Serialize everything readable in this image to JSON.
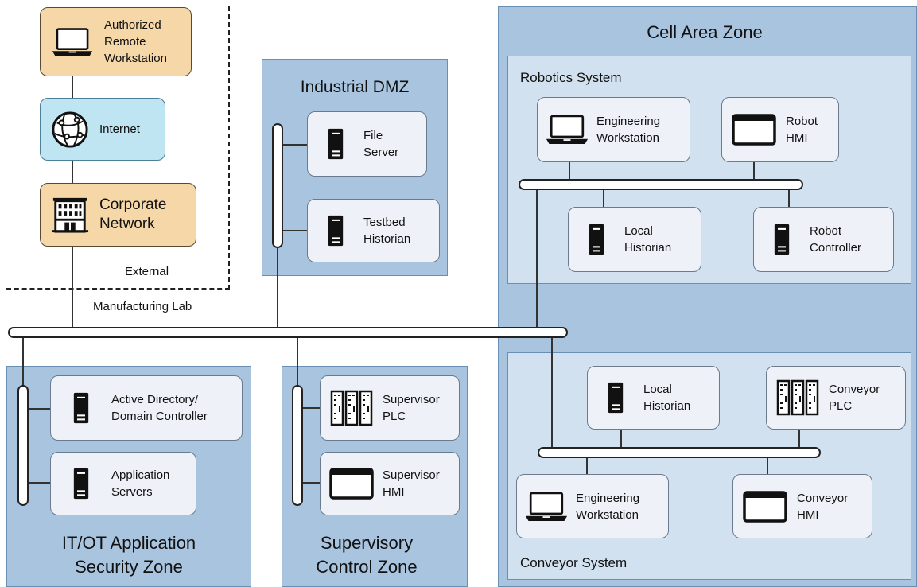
{
  "boundary": {
    "external_label": "External",
    "lab_label": "Manufacturing Lab"
  },
  "external": {
    "remote_workstation": "Authorized\nRemote\nWorkstation",
    "internet": "Internet",
    "corporate_network": "Corporate\nNetwork"
  },
  "dmz": {
    "title": "Industrial DMZ",
    "file_server": "File\nServer",
    "testbed_historian": "Testbed\nHistorian"
  },
  "itot": {
    "title": "IT/OT Application\nSecurity Zone",
    "ad": "Active Directory/\nDomain Controller",
    "app_servers": "Application\nServers"
  },
  "supervisory": {
    "title": "Supervisory\nControl Zone",
    "plc": "Supervisor\nPLC",
    "hmi": "Supervisor\nHMI"
  },
  "cell": {
    "title": "Cell Area Zone",
    "robotics": {
      "title": "Robotics System",
      "eng_ws": "Engineering\nWorkstation",
      "hmi": "Robot\nHMI",
      "historian": "Local\nHistorian",
      "controller": "Robot\nController"
    },
    "conveyor": {
      "title": "Conveyor System",
      "historian": "Local\nHistorian",
      "plc": "Conveyor\nPLC",
      "eng_ws": "Engineering\nWorkstation",
      "hmi": "Conveyor\nHMI"
    }
  },
  "colors": {
    "zone": "#a9c4de",
    "subzone": "#d2e1ef",
    "node": "#eef2f8",
    "orange": "#f5d7a8",
    "cyan": "#bfe4f2"
  }
}
